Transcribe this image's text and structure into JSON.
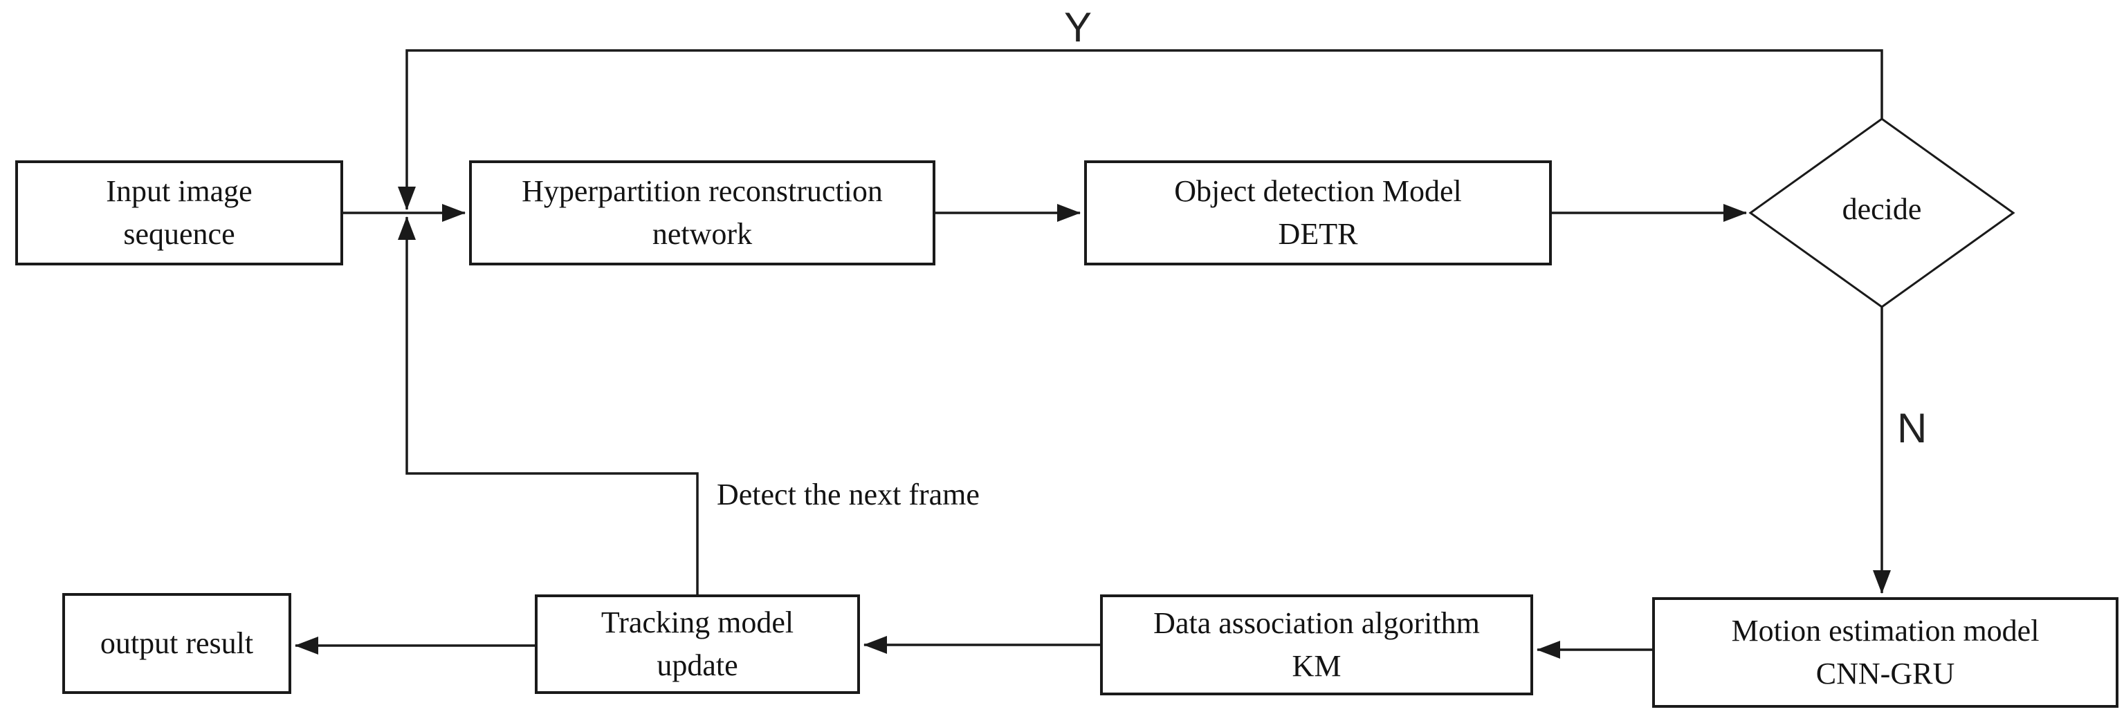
{
  "flowchart": {
    "background_color": "#ffffff",
    "line_color": "#1a1a1a",
    "text_color": "#131313",
    "nodes": [
      {
        "id": "input-image-sequence",
        "shape": "rect",
        "label": "Input image\nsequence"
      },
      {
        "id": "hyperpartition-network",
        "shape": "rect",
        "label": "Hyperpartition reconstruction\nnetwork"
      },
      {
        "id": "object-detection-detr",
        "shape": "rect",
        "label": "Object detection Model\nDETR"
      },
      {
        "id": "decide",
        "shape": "diamond",
        "label": "decide"
      },
      {
        "id": "motion-estimation-cnn-gru",
        "shape": "rect",
        "label": "Motion estimation model\nCNN-GRU"
      },
      {
        "id": "data-association-km",
        "shape": "rect",
        "label": "Data association algorithm\nKM"
      },
      {
        "id": "tracking-model-update",
        "shape": "rect",
        "label": "Tracking model\nupdate"
      },
      {
        "id": "output-result",
        "shape": "rect",
        "label": "output result"
      }
    ],
    "edge_labels": {
      "decision_yes": "Y",
      "decision_no": "N",
      "loop_back": "Detect the next frame"
    }
  }
}
